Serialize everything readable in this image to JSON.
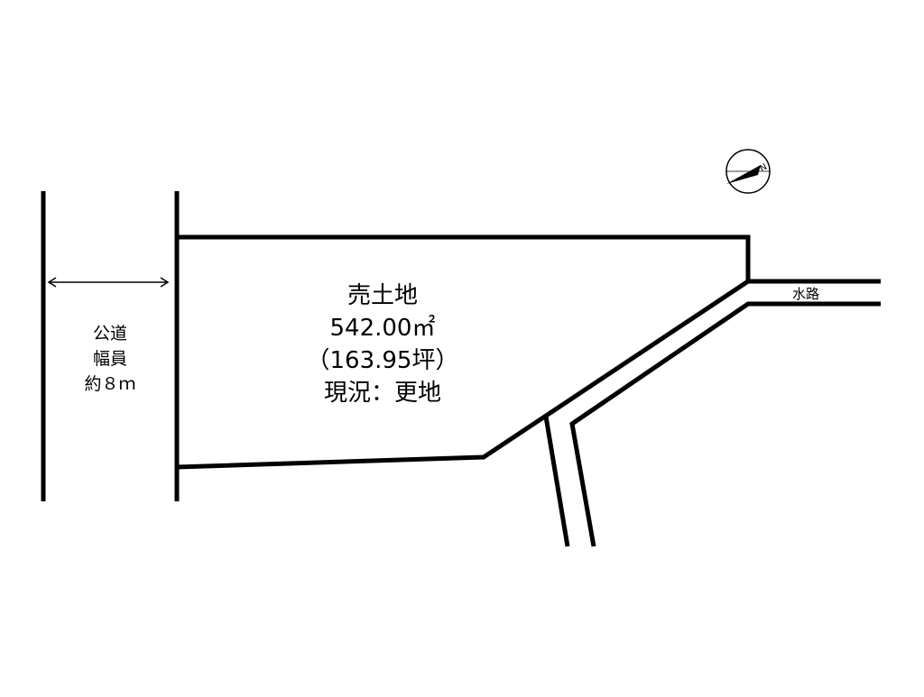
{
  "plot": {
    "line1": "売土地",
    "line2": "542.00㎡",
    "line3": "（163.95坪）",
    "line4": "現況：更地"
  },
  "road": {
    "line1": "公道",
    "line2": "幅員",
    "line3": "約８ｍ"
  },
  "waterway": {
    "label": "水路"
  },
  "north_arrow": {
    "letter": "N"
  },
  "colors": {
    "ink": "#000000",
    "background": "#ffffff"
  }
}
